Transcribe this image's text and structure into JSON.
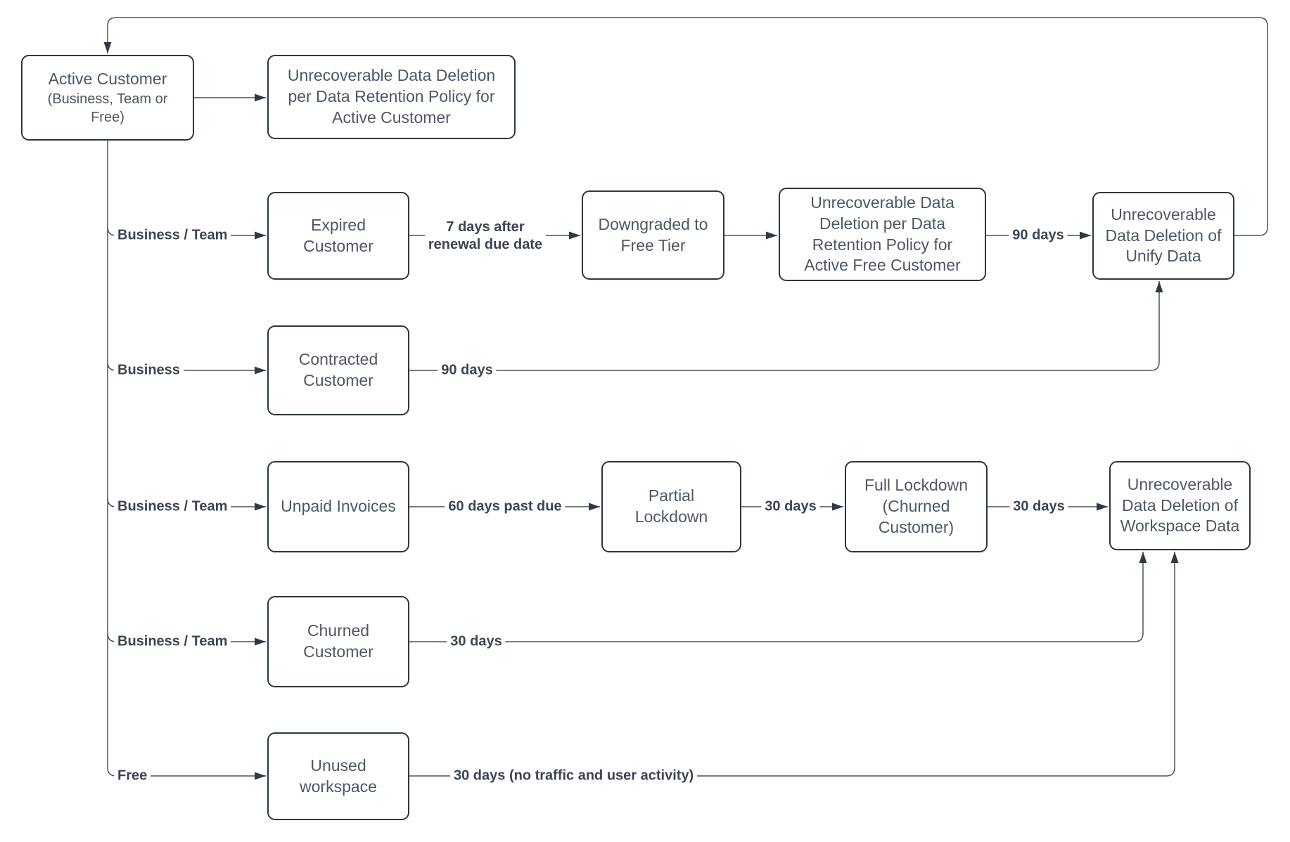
{
  "diagram": {
    "nodes": [
      {
        "id": "active-customer",
        "label": "Active Customer",
        "sublabel": "(Business, Team or\nFree)"
      },
      {
        "id": "active-deletion",
        "label": "Unrecoverable Data Deletion\nper Data Retention Policy for\nActive Customer"
      },
      {
        "id": "expired-customer",
        "label": "Expired\nCustomer"
      },
      {
        "id": "downgraded-free-tier",
        "label": "Downgraded to\nFree Tier"
      },
      {
        "id": "free-customer-deletion",
        "label": "Unrecoverable Data\nDeletion per Data\nRetention Policy for\nActive Free Customer"
      },
      {
        "id": "unify-data-deletion",
        "label": "Unrecoverable\nData Deletion of\nUnify Data"
      },
      {
        "id": "contracted-customer",
        "label": "Contracted\nCustomer"
      },
      {
        "id": "unpaid-invoices",
        "label": "Unpaid Invoices"
      },
      {
        "id": "partial-lockdown",
        "label": "Partial\nLockdown"
      },
      {
        "id": "full-lockdown",
        "label": "Full Lockdown\n(Churned\nCustomer)"
      },
      {
        "id": "workspace-data-deletion",
        "label": "Unrecoverable\nData Deletion of\nWorkspace Data"
      },
      {
        "id": "churned-customer",
        "label": "Churned\nCustomer"
      },
      {
        "id": "unused-workspace",
        "label": "Unused\nworkspace"
      }
    ],
    "branch_labels": [
      {
        "text": "Business / Team"
      },
      {
        "text": "Business"
      },
      {
        "text": "Business / Team"
      },
      {
        "text": "Business / Team"
      },
      {
        "text": "Free"
      }
    ],
    "edge_labels": [
      {
        "text": "7 days after\nrenewal due date"
      },
      {
        "text": "90 days"
      },
      {
        "text": "90 days"
      },
      {
        "text": "60 days past due"
      },
      {
        "text": "30 days"
      },
      {
        "text": "30 days"
      },
      {
        "text": "30 days"
      },
      {
        "text": "30 days (no traffic and user activity)"
      }
    ],
    "colors": {
      "background": "#ffffff",
      "node_border": "#2c3644",
      "node_text": "#4e5866",
      "edge_label_text": "#3b4553",
      "line": "#4a5260",
      "arrowhead": "#2f3a48"
    }
  }
}
